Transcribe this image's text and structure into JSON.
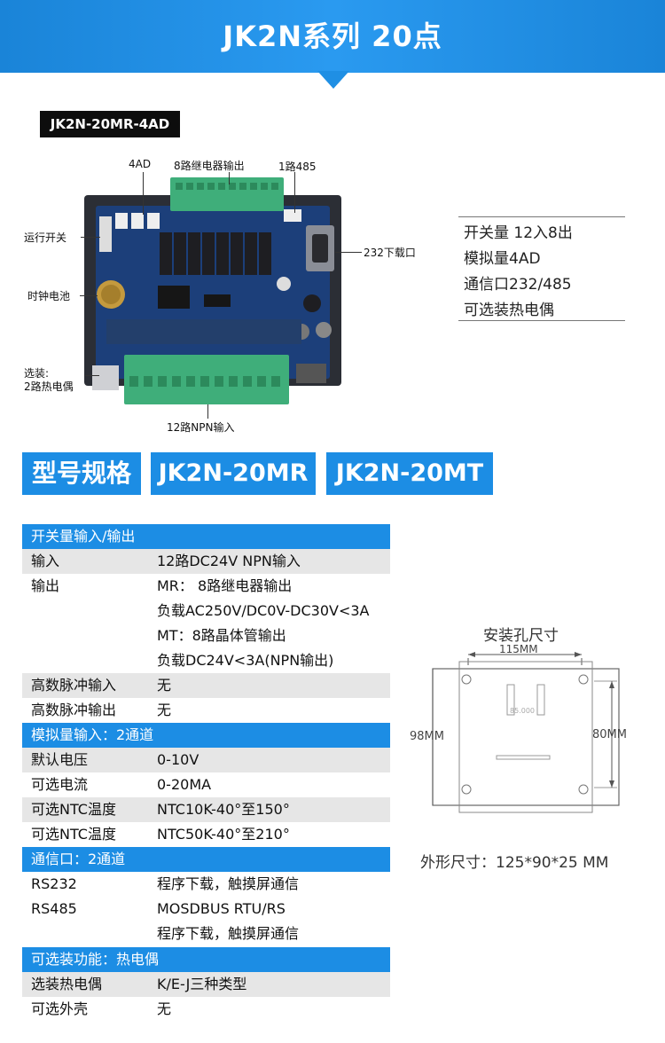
{
  "banner": {
    "title": "JK2N系列 20点"
  },
  "model_tag": "JK2N-20MR-4AD",
  "photo_labels": {
    "ad": "4AD",
    "relay": "8路继电器输出",
    "rs485": "1路485",
    "run_switch": "运行开关",
    "download_port": "232下载口",
    "clock_battery": "时钟电池",
    "optional_line1": "选装:",
    "optional_line2": "2路热电偶",
    "npn_input": "12路NPN输入"
  },
  "features": [
    "开关量 12入8出",
    "模拟量4AD",
    "通信口232/485",
    "可选装热电偶"
  ],
  "spec_header": {
    "label": "型号规格",
    "model_mr": "JK2N-20MR",
    "model_mt": "JK2N-20MT"
  },
  "table": {
    "sec1": "开关量输入/输出",
    "input_k": "输入",
    "input_v": "12路DC24V NPN输入",
    "output_k": "输出",
    "output_v": [
      "MR：  8路继电器输出",
      "负载AC250V/DC0V-DC30V<3A",
      "MT：8路晶体管输出",
      "负载DC24V<3A(NPN输出)"
    ],
    "hs_in_k": "高数脉冲输入",
    "hs_in_v": "无",
    "hs_out_k": "高数脉冲输出",
    "hs_out_v": "无",
    "sec2": "模拟量输入：2通道",
    "def_v_k": "默认电压",
    "def_v_v": "0-10V",
    "opt_i_k": "可选电流",
    "opt_i_v": "0-20MA",
    "ntc1_k": "可选NTC温度",
    "ntc1_v": "NTC10K-40°至150°",
    "ntc2_k": "可选NTC温度",
    "ntc2_v": "NTC50K-40°至210°",
    "sec3": "通信口：2通道",
    "rs232_k": "RS232",
    "rs232_v": "程序下载，触摸屏通信",
    "rs485_k": "RS485",
    "rs485_v": [
      "MOSDBUS RTU/RS",
      "程序下载，触摸屏通信"
    ],
    "sec4": "可选装功能：热电偶",
    "tc_k": "选装热电偶",
    "tc_v": "K/E-J三种类型",
    "case_k": "可选外壳",
    "case_v": "无"
  },
  "dimensions": {
    "title": "安装孔尺寸",
    "w_hole": "115MM",
    "h_outer": "98MM",
    "h_hole": "80MM",
    "board_mark": "85.000",
    "outer_size": "外形尺寸：125*90*25 MM"
  }
}
